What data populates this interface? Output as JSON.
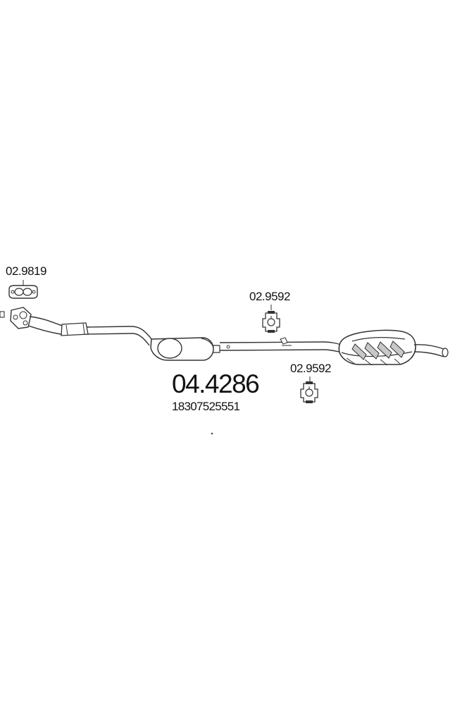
{
  "diagram": {
    "main_part_number": "04.4286",
    "oem_number": "18307525551",
    "parts": [
      {
        "id": "gasket",
        "label": "02.9819",
        "icon": "flange-gasket-icon"
      },
      {
        "id": "clamp-upper",
        "label": "02.9592",
        "icon": "rubber-hanger-icon"
      },
      {
        "id": "clamp-lower",
        "label": "02.9592",
        "icon": "rubber-hanger-icon"
      }
    ],
    "colors": {
      "line": "#333333",
      "fill": "#ffffff",
      "shade": "#c8c8c8"
    }
  }
}
